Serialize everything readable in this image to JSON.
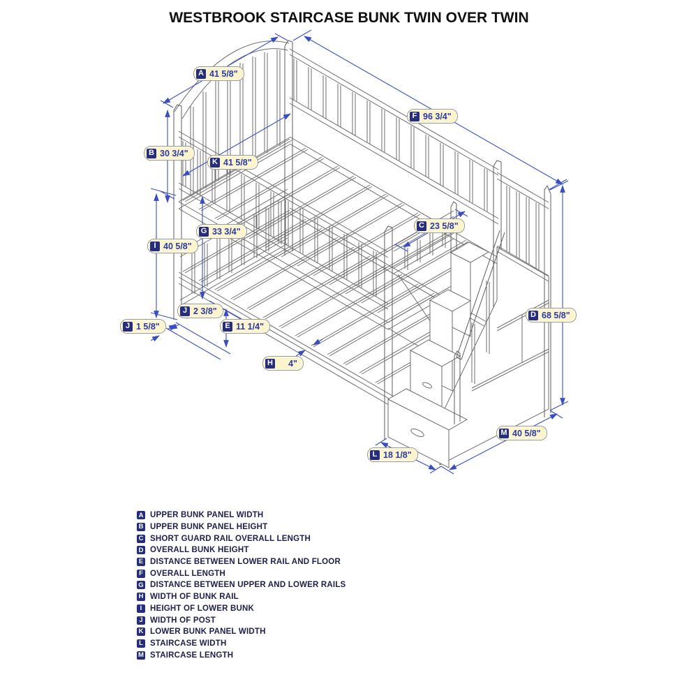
{
  "title": "WESTBROOK STAIRCASE BUNK TWIN OVER TWIN",
  "callouts": [
    {
      "letter": "A",
      "value": "41 5/8\""
    },
    {
      "letter": "F",
      "value": "96 3/4\""
    },
    {
      "letter": "B",
      "value": "30 3/4\""
    },
    {
      "letter": "K",
      "value": "41 5/8\""
    },
    {
      "letter": "C",
      "value": "23 5/8\""
    },
    {
      "letter": "G",
      "value": "33 3/4\""
    },
    {
      "letter": "I",
      "value": "40 5/8\""
    },
    {
      "letter": "J",
      "value": "2 3/8\""
    },
    {
      "letter": "J",
      "value": "1 5/8\""
    },
    {
      "letter": "E",
      "value": "11 1/4\""
    },
    {
      "letter": "H",
      "value": "4\""
    },
    {
      "letter": "D",
      "value": "68 5/8\""
    },
    {
      "letter": "M",
      "value": "40 5/8\""
    },
    {
      "letter": "L",
      "value": "18 1/8\""
    }
  ],
  "legend": [
    {
      "letter": "A",
      "label": "UPPER BUNK PANEL WIDTH"
    },
    {
      "letter": "B",
      "label": "UPPER BUNK PANEL HEIGHT"
    },
    {
      "letter": "C",
      "label": "SHORT GUARD RAIL OVERALL LENGTH"
    },
    {
      "letter": "D",
      "label": "OVERALL BUNK HEIGHT"
    },
    {
      "letter": "E",
      "label": "DISTANCE BETWEEN LOWER RAIL AND FLOOR"
    },
    {
      "letter": "F",
      "label": "OVERALL LENGTH"
    },
    {
      "letter": "G",
      "label": "DISTANCE BETWEEN UPPER AND LOWER RAILS"
    },
    {
      "letter": "H",
      "label": "WIDTH OF BUNK RAIL"
    },
    {
      "letter": "I",
      "label": "HEIGHT OF LOWER BUNK"
    },
    {
      "letter": "J",
      "label": "WIDTH OF POST"
    },
    {
      "letter": "K",
      "label": "LOWER BUNK PANEL WIDTH"
    },
    {
      "letter": "L",
      "label": "STAIRCASE WIDTH"
    },
    {
      "letter": "M",
      "label": "STAIRCASE LENGTH"
    }
  ],
  "colors": {
    "dimension_blue": "#3B4EC1",
    "callout_bg": "#FBF4CD",
    "badge_navy": "#262D7D",
    "line_art_gray": "#6E6E6E"
  }
}
